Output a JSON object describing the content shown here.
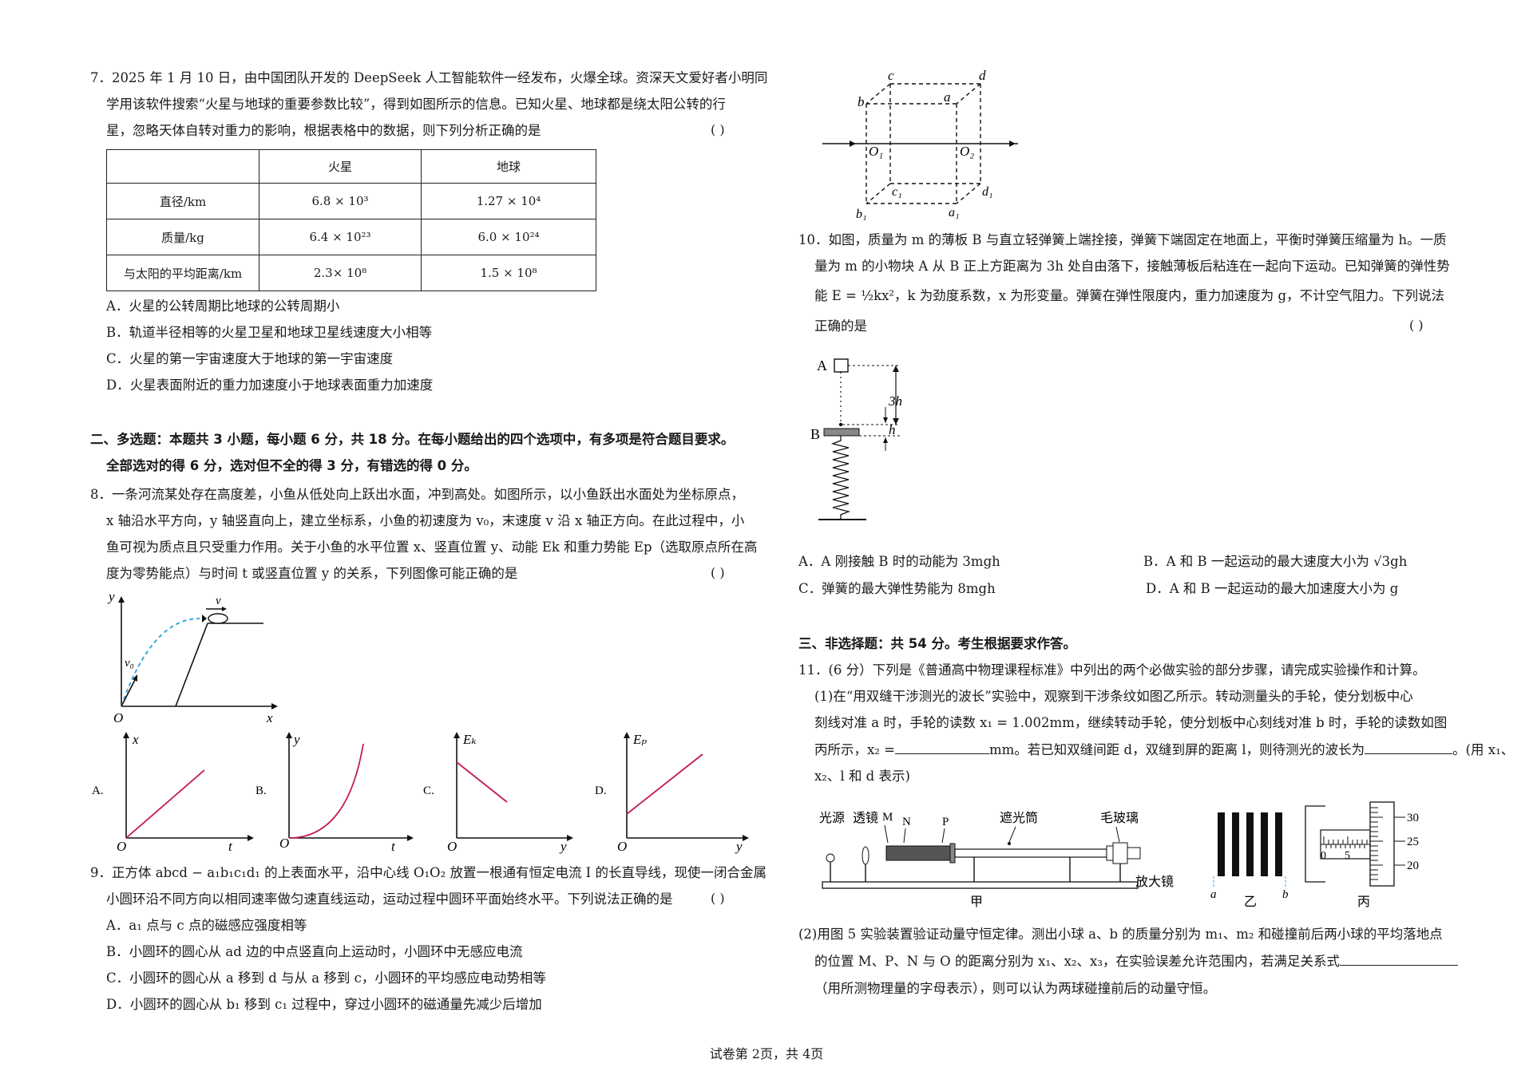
{
  "q7": {
    "line1": "7．2025 年 1 月 10 日，由中国团队开发的 DeepSeek 人工智能软件一经发布，火爆全球。资深天文爱好者小明同",
    "line2": "学用该软件搜索“火星与地球的重要参数比较”，得到如图所示的信息。已知火星、地球都是绕太阳公转的行",
    "line3": "星，忽略天体自转对重力的影响，根据表格中的数据，则下列分析正确的是",
    "paren": "(        )",
    "table": {
      "header": [
        "",
        "火星",
        "地球"
      ],
      "rows": [
        {
          "label": "直径/km",
          "mars": "6.8 × 10³",
          "earth": "1.27 × 10⁴"
        },
        {
          "label": "质量/kg",
          "mars": "6.4 × 10²³",
          "earth": "6.0 × 10²⁴"
        },
        {
          "label": "与太阳的平均距离/km",
          "mars": "2.3× 10⁸",
          "earth": "1.5 × 10⁸"
        }
      ]
    },
    "options": [
      "A．火星的公转周期比地球的公转周期小",
      "B．轨道半径相等的火星卫星和地球卫星线速度大小相等",
      "C．火星的第一宇宙速度大于地球的第一宇宙速度",
      "D．火星表面附近的重力加速度小于地球表面重力加速度"
    ]
  },
  "section2": {
    "line1": "二、多选题：本题共 3 小题，每小题 6 分，共 18 分。在每小题给出的四个选项中，有多项是符合题目要求。",
    "line2": "全部选对的得 6 分，选对但不全的得 3 分，有错选的得 0 分。"
  },
  "q8": {
    "line1": "8．一条河流某处存在高度差，小鱼从低处向上跃出水面，冲到高处。如图所示，以小鱼跃出水面处为坐标原点，",
    "line2": "x 轴沿水平方向，y 轴竖直向上，建立坐标系，小鱼的初速度为 v₀，末速度 v 沿 x 轴正方向。在此过程中，小",
    "line3": "鱼可视为质点且只受重力作用。关于小鱼的水平位置 x、竖直位置 y、动能 Ek 和重力势能 Ep（选取原点所在高",
    "line4": "度为零势能点）与时间 t 或竖直位置 y 的关系，下列图像可能正确的是",
    "paren": "(        )",
    "fig": {
      "y": "y",
      "x": "x",
      "o": "O",
      "v": "v",
      "v0": "v₀"
    },
    "graphs": [
      {
        "opt": "A.",
        "ylab": "x",
        "xlab": "t",
        "o": "O"
      },
      {
        "opt": "B.",
        "ylab": "y",
        "xlab": "t",
        "o": "O"
      },
      {
        "opt": "C.",
        "ylab": "Eₖ",
        "xlab": "y",
        "o": "O"
      },
      {
        "opt": "D.",
        "ylab": "Eₚ",
        "xlab": "y",
        "o": "O"
      }
    ]
  },
  "q9": {
    "line1": "9．正方体 abcd − a₁b₁c₁d₁ 的上表面水平，沿中心线 O₁O₂ 放置一根通有恒定电流 I 的长直导线，现使一闭合金属",
    "line2": "小圆环沿不同方向以相同速率做匀速直线运动，运动过程中圆环平面始终水平。下列说法正确的是",
    "paren": "(        )",
    "options": [
      "A．a₁ 点与 c 点的磁感应强度相等",
      "B．小圆环的圆心从 ad 边的中点竖直向上运动时，小圆环中无感应电流",
      "C．小圆环的圆心从 a 移到 d 与从 a 移到 c，小圆环的平均感应电动势相等",
      "D．小圆环的圆心从 b₁ 移到 c₁ 过程中，穿过小圆环的磁通量先减少后增加"
    ]
  },
  "cube": {
    "c": "c",
    "d": "d",
    "b": "b",
    "a": "a",
    "O1": "O₁",
    "O2": "O₂",
    "c1": "c₁",
    "d1": "d₁",
    "b1": "b₁",
    "a1": "a₁"
  },
  "q10": {
    "line1": "10．如图，质量为 m 的薄板 B 与直立轻弹簧上端拴接，弹簧下端固定在地面上，平衡时弹簧压缩量为 h。一质",
    "line2": "量为 m 的小物块 A 从 B 正上方距离为 3h 处自由落下，接触薄板后粘连在一起向下运动。已知弹簧的弹性势",
    "line3": "能 E = ½kx²，k 为劲度系数，x 为形变量。弹簧在弹性限度内，重力加速度为 g，不计空气阻力。下列说法",
    "line4": "正确的是",
    "paren": "(        )",
    "fig": {
      "A": "A",
      "B": "B",
      "h3": "3h",
      "h": "h"
    },
    "options": [
      "A．A 刚接触 B 时的动能为 3mgh",
      "B．A 和 B 一起运动的最大速度大小为 √3gh",
      "C．弹簧的最大弹性势能为 8mgh",
      "D．A 和 B 一起运动的最大加速度大小为 g"
    ]
  },
  "section3": {
    "line1": "三、非选择题：共 54 分。考生根据要求作答。"
  },
  "q11": {
    "line1": "11．(6 分）下列是《普通高中物理课程标准》中列出的两个必做实验的部分步骤，请完成实验操作和计算。",
    "p1_line1": "(1)在“用双缝干涉测光的波长”实验中，观察到干涉条纹如图乙所示。转动测量头的手轮，使分划板中心",
    "p1_line2": "刻线对准 a 时，手轮的读数 x₁ = 1.002mm，继续转动手轮，使分划板中心刻线对准 b 时，手轮的读数如图",
    "p1_line3a": "丙所示，x₂ =",
    "p1_line3b": "mm。若已知双缝间距 d，双缝到屏的距离 l，则待测光的波长为",
    "p1_line3c": "。(用 x₁、",
    "p1_line4": "x₂、l 和 d 表示)",
    "p2_line1": "(2)用图 5 实验装置验证动量守恒定律。测出小球 a、b 的质量分别为 m₁、m₂ 和碰撞前后两小球的平均落地点",
    "p2_line2a": "的位置 M、P、N 与 O 的距离分别为 x₁、x₂、x₃，在实验误差允许范围内，若满足关系式",
    "p2_line3": "（用所测物理量的字母表示），则可以认为两球碰撞前后的动量守恒。"
  },
  "apparatus": {
    "light": "光源",
    "lens": "透镜",
    "M": "M",
    "N": "N",
    "P": "P",
    "tube": "遮光筒",
    "glass": "毛玻璃",
    "magnifier": "放大镜",
    "jia": "甲",
    "yi": "乙",
    "bing": "丙",
    "a": "a",
    "b": "b",
    "s30": "30",
    "s25": "25",
    "s20": "20",
    "m0": "0",
    "m5": "5"
  },
  "footer": "试卷第 2页，共 4页"
}
